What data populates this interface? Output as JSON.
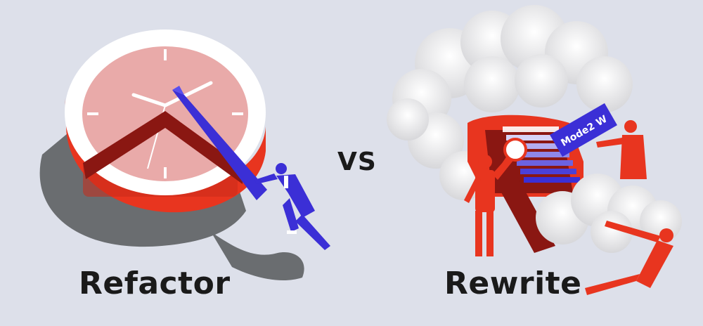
{
  "labels": {
    "left": "Refactor",
    "vs": "VS",
    "right": "Rewrite"
  },
  "badge": {
    "text": "Mode2 W"
  },
  "colors": {
    "background": "#dde0ea",
    "red": "#e8351f",
    "dark_red": "#8a1712",
    "clock_face": "#e9aaa9",
    "blue": "#3b2fd6",
    "shadow": "#6a6d70",
    "cloud": "#f2f2f2"
  },
  "icons": {
    "clock": "wall-clock-icon",
    "magnifier": "magnifying-glass-icon",
    "cloud": "cloud-icon"
  }
}
